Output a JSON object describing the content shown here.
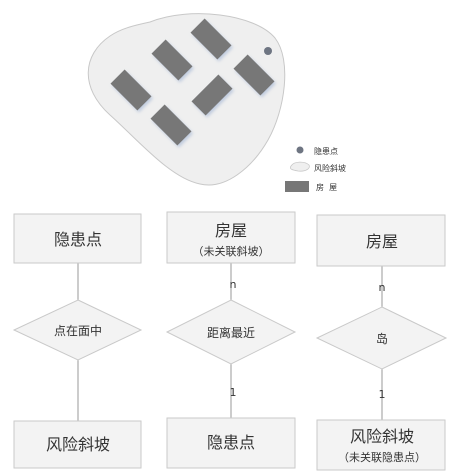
{
  "colors": {
    "island_fill": "#efefef",
    "island_stroke": "#c8c8c8",
    "house": "#777777",
    "house_shadow": "#c9d4e6",
    "hazard_point": "#6e7582",
    "entity_fill": "#f3f3f3",
    "entity_stroke": "#c9c9c9",
    "connector": "#9a9a9a",
    "text": "#333333"
  },
  "legend": {
    "hazard_point": "隐患点",
    "risk_slope": "风险斜坡",
    "house": "房  屋"
  },
  "columns": [
    {
      "top": {
        "title": "隐患点",
        "subtitle": ""
      },
      "relation": "点在面中",
      "cardinality_top": "",
      "cardinality_bottom": "",
      "bottom": {
        "title": "风险斜坡",
        "subtitle": ""
      }
    },
    {
      "top": {
        "title": "房屋",
        "subtitle": "（未关联斜坡）"
      },
      "relation": "距离最近",
      "cardinality_top": "n",
      "cardinality_bottom": "1",
      "bottom": {
        "title": "隐患点",
        "subtitle": ""
      }
    },
    {
      "top": {
        "title": "房屋",
        "subtitle": ""
      },
      "relation": "岛",
      "cardinality_top": "n",
      "cardinality_bottom": "1",
      "bottom": {
        "title": "风险斜坡",
        "subtitle": "（未关联隐患点）"
      }
    }
  ]
}
